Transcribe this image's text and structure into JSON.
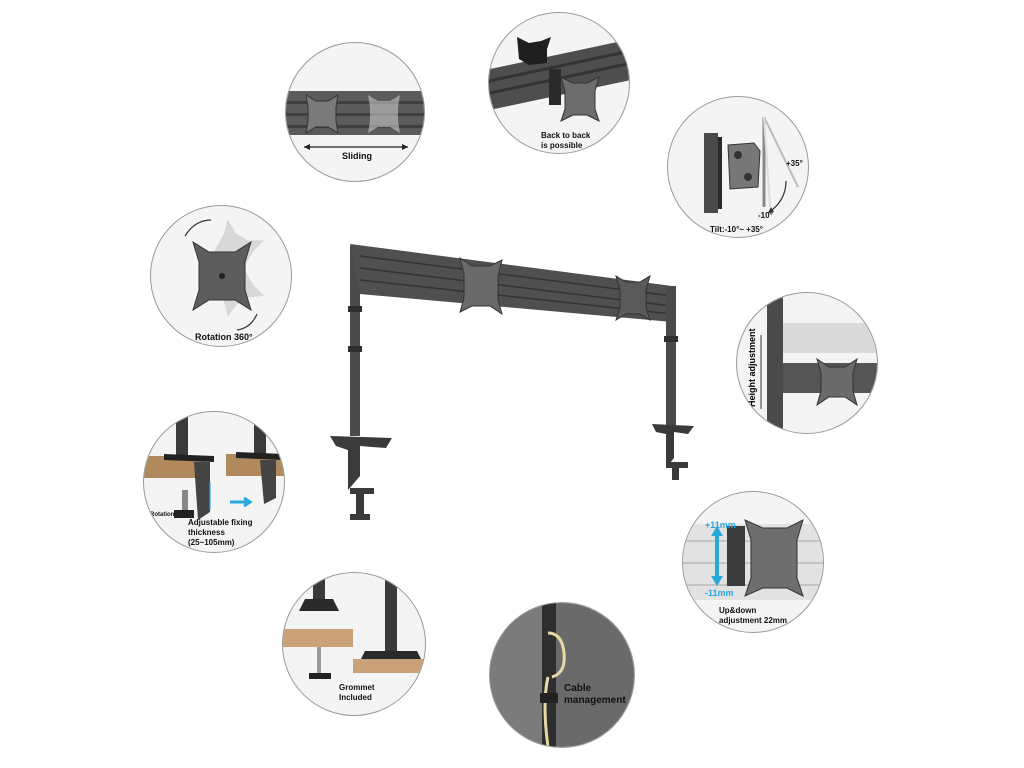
{
  "features": {
    "sliding": "Sliding",
    "back_to_back": [
      "Back to back",
      "is possible"
    ],
    "tilt_range": "Tilt:-10°~ +35°",
    "tilt_plus": "+35°",
    "tilt_minus": "-10°",
    "rotation": "Rotation 360°",
    "height_adjustment": "Height adjustment",
    "fixing_rotation": "Rotation",
    "fixing_thickness": [
      "Adjustable fixing",
      "thickness",
      "(25~105mm)"
    ],
    "updown_plus": "+11mm",
    "updown_minus": "-11mm",
    "updown_label": [
      "Up&down",
      "adjustment 22mm"
    ],
    "grommet": [
      "Grommet",
      "Included"
    ],
    "cable": [
      "Cable",
      "management"
    ]
  },
  "colors": {
    "metal": "#4a4a4a",
    "metal_dark": "#2e2e2e",
    "accent": "#29a8e0",
    "wood": "#b08a5c"
  }
}
